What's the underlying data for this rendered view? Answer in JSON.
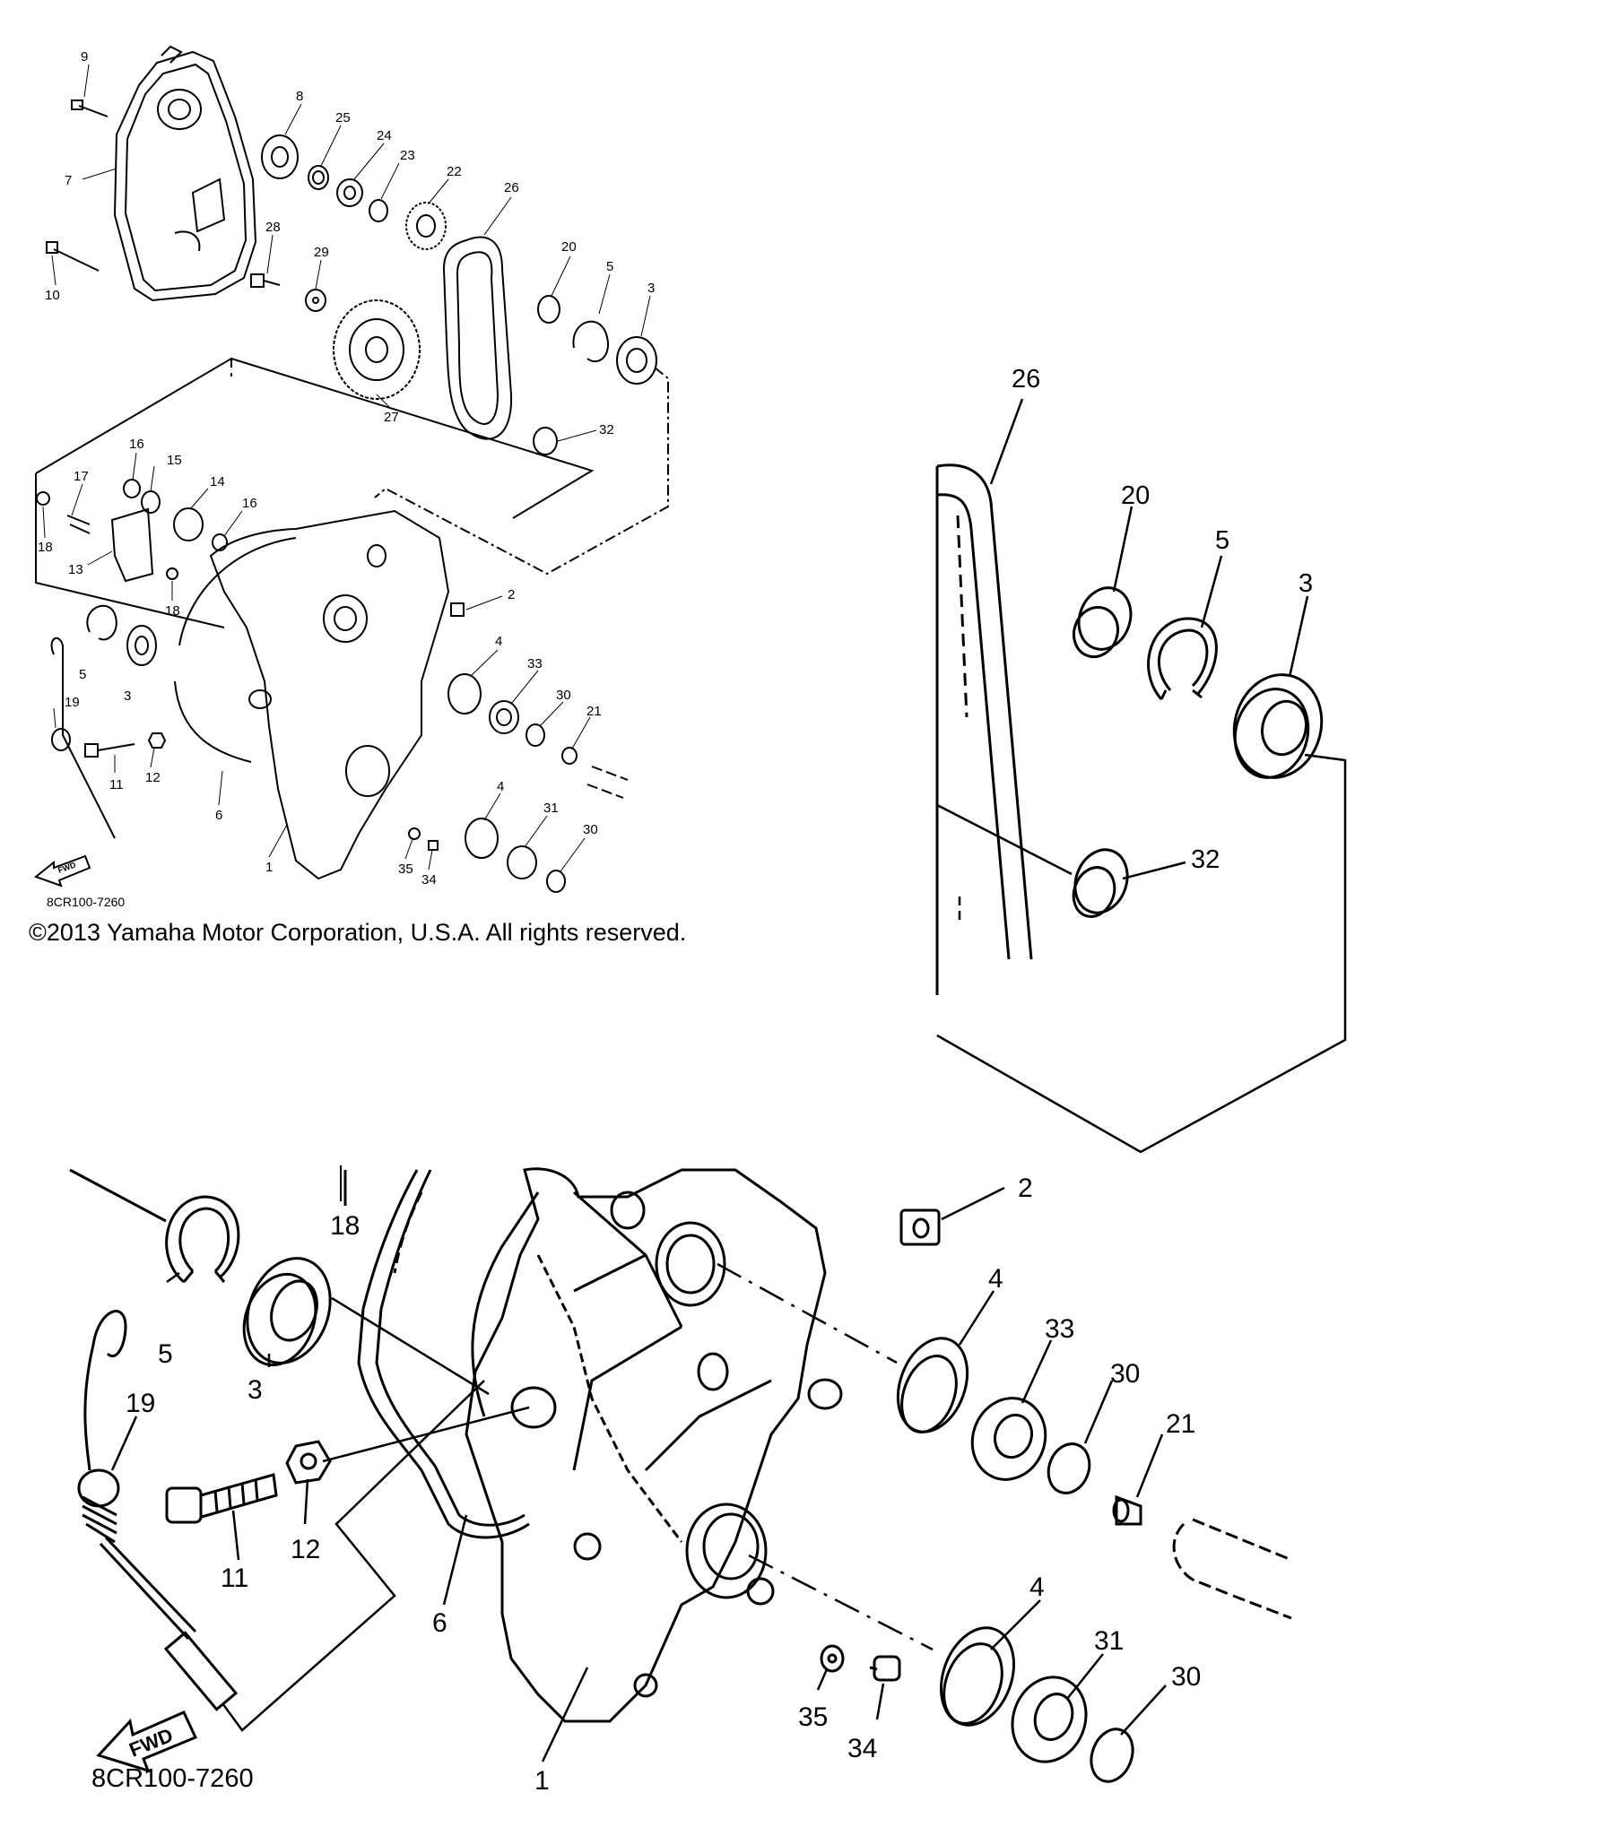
{
  "copyright": "©2013 Yamaha Motor Corporation, U.S.A. All rights reserved.",
  "diagram_code": "8CR100-7260",
  "fwd_label": "FWD",
  "overview_part_numbers": [
    "9",
    "8",
    "25",
    "24",
    "23",
    "22",
    "7",
    "26",
    "28",
    "29",
    "20",
    "5",
    "3",
    "10",
    "27",
    "32",
    "16",
    "15",
    "14",
    "16",
    "17",
    "18",
    "13",
    "18",
    "2",
    "5",
    "3",
    "4",
    "33",
    "30",
    "21",
    "19",
    "11",
    "12",
    "6",
    "4",
    "31",
    "30",
    "1",
    "35",
    "34"
  ],
  "zoom_upper_part_numbers": [
    "26",
    "20",
    "5",
    "3",
    "32"
  ],
  "zoom_lower_part_numbers": [
    "18",
    "2",
    "5",
    "3",
    "4",
    "33",
    "30",
    "21",
    "19",
    "11",
    "12",
    "6",
    "4",
    "31",
    "30",
    "1",
    "35",
    "34"
  ]
}
